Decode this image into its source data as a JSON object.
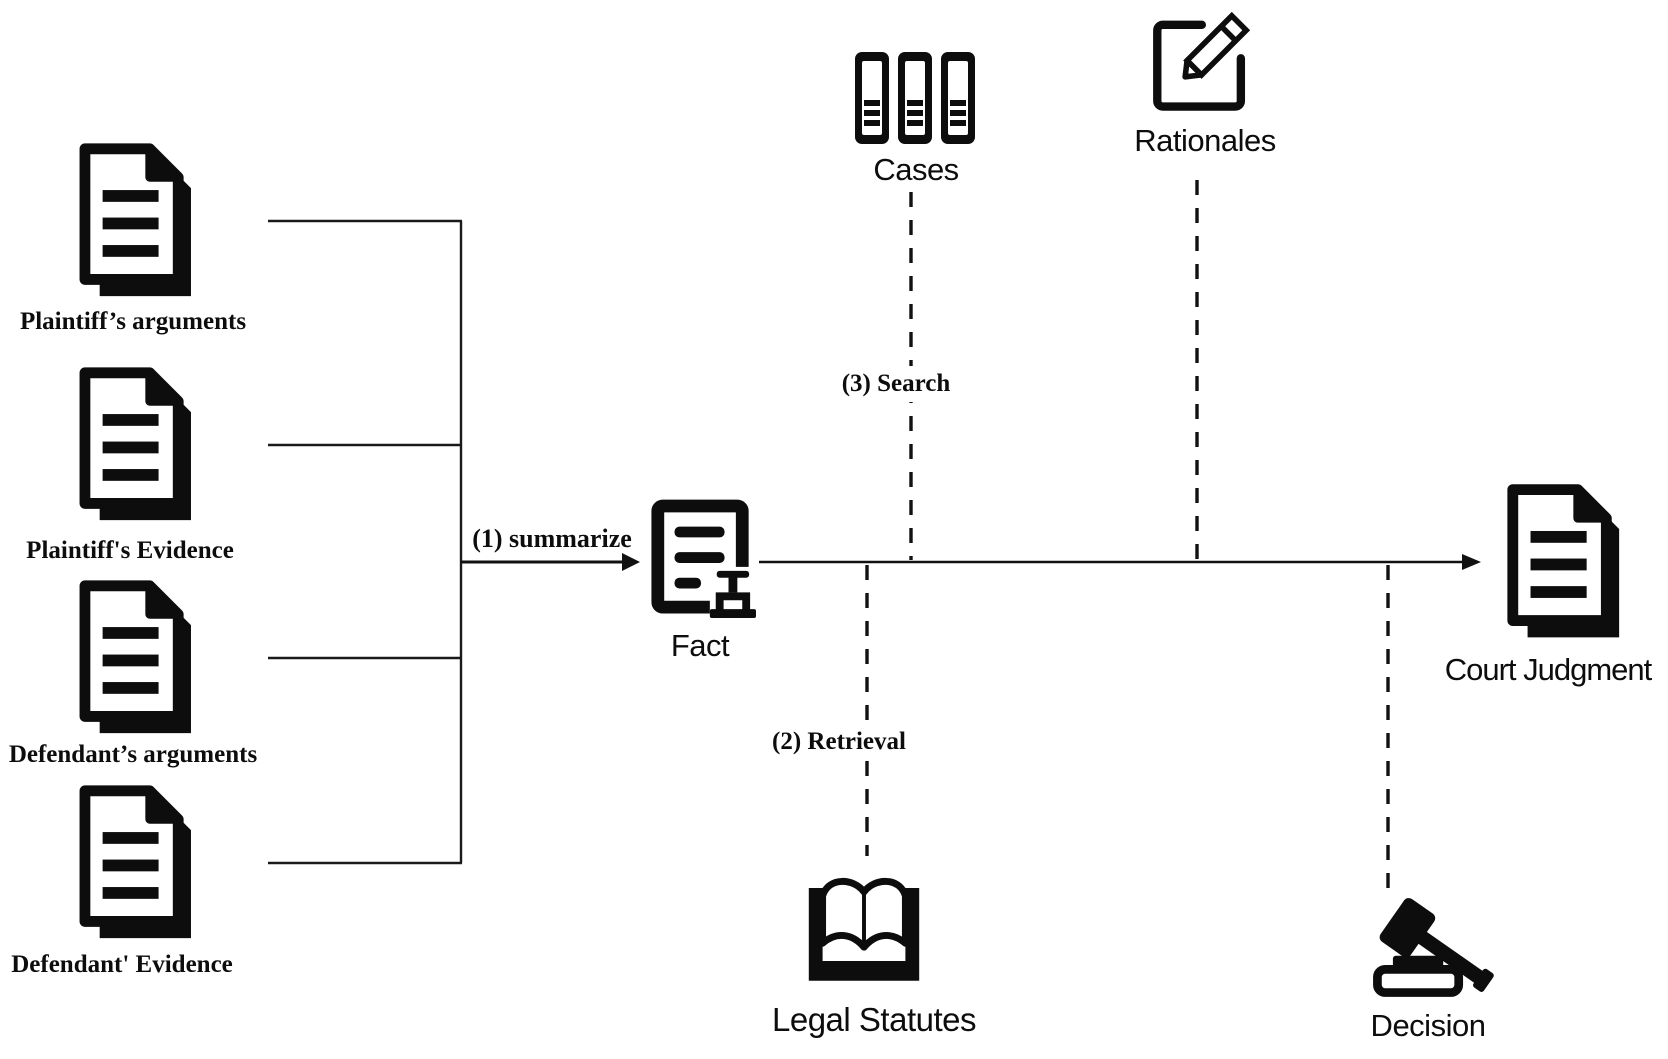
{
  "figure": {
    "title_hint": "legal judgment pipeline diagram",
    "colors": {
      "ink": "#0d0d0d",
      "background": "#ffffff"
    },
    "inputs": [
      {
        "label": "Plaintiff’s arguments",
        "icon": "documents-stack-icon"
      },
      {
        "label": "Plaintiff's Evidence",
        "icon": "documents-stack-icon"
      },
      {
        "label": "Defendant’s arguments",
        "icon": "documents-stack-icon"
      },
      {
        "label": "Defendant' Evidence",
        "icon": "documents-stack-icon"
      }
    ],
    "steps": {
      "summarize": "(1) summarize",
      "retrieval": "(2) Retrieval",
      "search": "(3) Search"
    },
    "nodes": {
      "fact": {
        "label": "Fact",
        "icon": "fact-document-stamp-icon"
      },
      "cases": {
        "label": "Cases",
        "icon": "case-binders-icon"
      },
      "rationales": {
        "label": "Rationales",
        "icon": "pencil-edit-icon"
      },
      "legal_statutes": {
        "label": "Legal Statutes",
        "icon": "open-book-icon"
      },
      "court_judgment": {
        "label": "Court Judgment",
        "icon": "documents-stack-icon"
      },
      "decision": {
        "label": "Decision",
        "icon": "gavel-icon"
      }
    },
    "flow": [
      "inputs -> (1) summarize -> Fact",
      "Fact -> (2) Retrieval -> Legal Statutes",
      "Fact -> (3) Search -> Cases",
      "Rationales -> judgment line",
      "judgment line -> Decision",
      "Fact -> Court Judgment"
    ]
  }
}
